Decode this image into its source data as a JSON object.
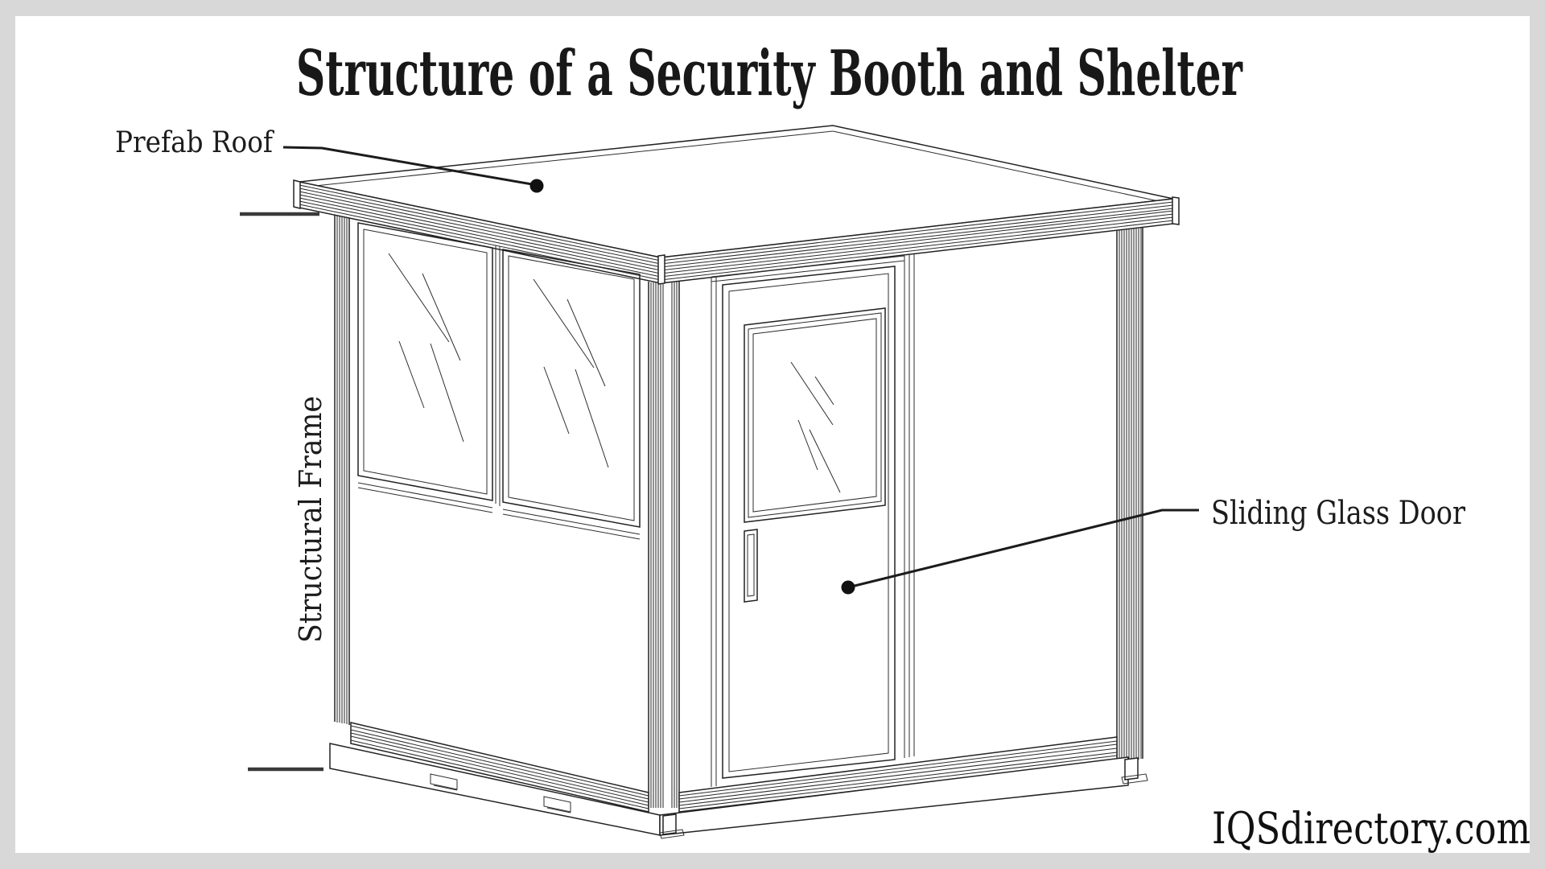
{
  "title": {
    "text": "Structure of a Security Booth and Shelter"
  },
  "labels": {
    "prefab_roof": "Prefab Roof",
    "structural_frame": "Structural Frame",
    "sliding_glass_door": "Sliding Glass Door"
  },
  "watermark": {
    "text": "IQSdirectory.com"
  },
  "icons": {
    "callout_dot_roof": "filled-circle",
    "callout_dot_door": "filled-circle"
  },
  "colors": {
    "background": "#d8d8d8",
    "sheet": "#ffffff",
    "ink": "#222222",
    "leader": "#1b1b1b"
  }
}
